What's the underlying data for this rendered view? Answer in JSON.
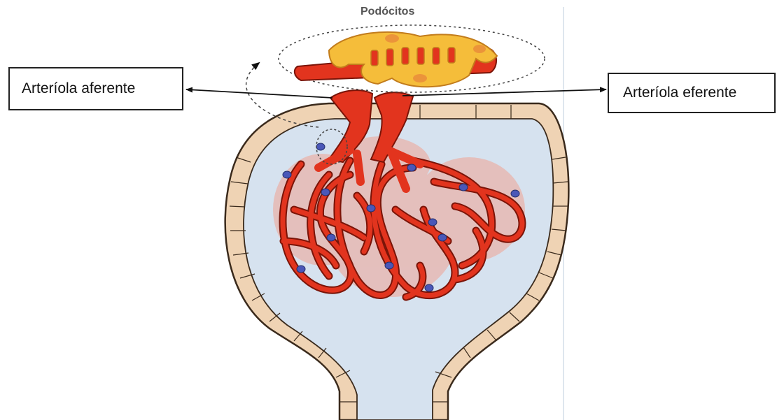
{
  "labels": {
    "podocytes": "Podócitos",
    "afferent_arteriole": "Arteríola aferente",
    "efferent_arteriole": "Arteríola eferente"
  },
  "colors": {
    "vessel": "#e2341e",
    "vessel_outline": "#7a1408",
    "capsule_space": "#d6e2ef",
    "capsule_wall": "#efd3b4",
    "capsule_outline": "#3a2a1c",
    "podocyte": "#f5bd3a",
    "podocyte_outline": "#c27c1c",
    "nucleus": "#4a57b8",
    "halo": "#f0a394"
  }
}
